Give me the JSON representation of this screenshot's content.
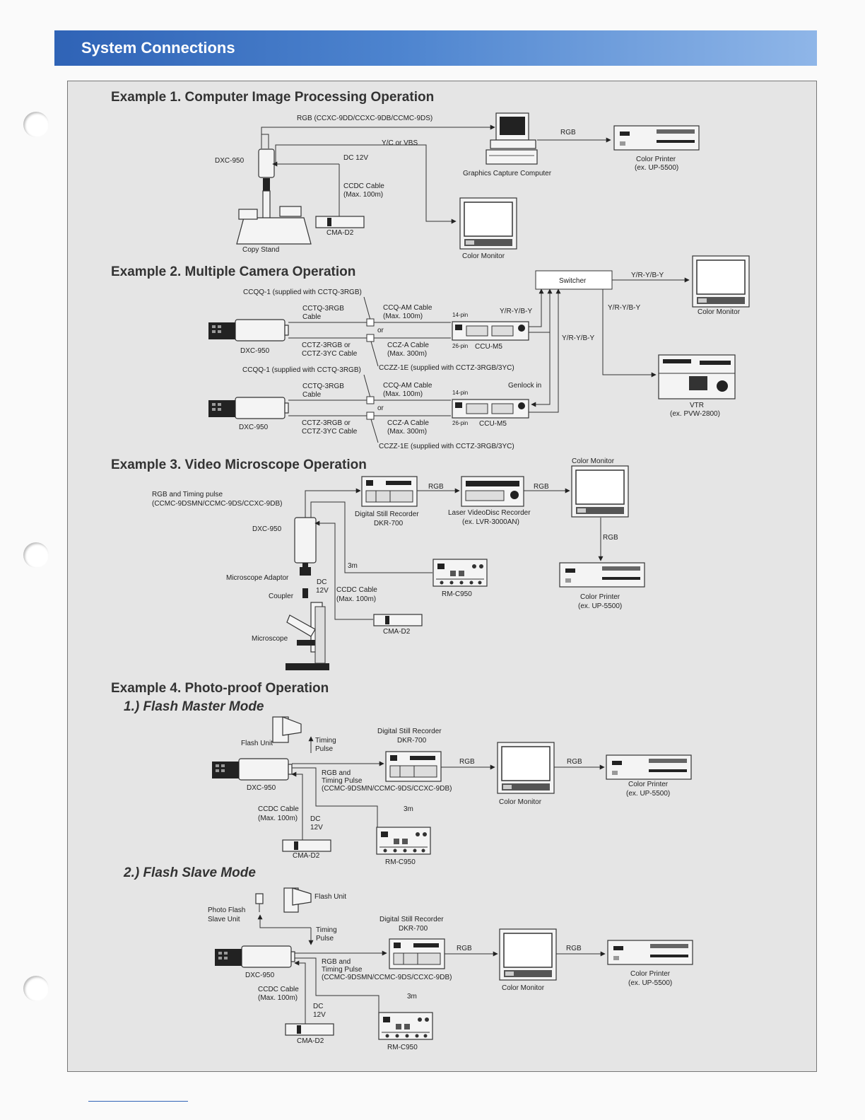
{
  "header": {
    "title": "System Connections"
  },
  "examples": {
    "ex1": {
      "title": "Example 1. Computer Image Processing Operation",
      "rgb_cable": "RGB (CCXC-9DD/CCXC-9DB/CCMC-9DS)",
      "camera": "DXC-950",
      "yc": "Y/C or VBS",
      "dc": "DC 12V",
      "ccdc1": "CCDC Cable",
      "ccdc2": "(Max. 100m)",
      "cma": "CMA-D2",
      "copy_stand": "Copy Stand",
      "computer": "Graphics Capture Computer",
      "rgb": "RGB",
      "printer1": "Color Printer",
      "printer2": "(ex. UP-5500)",
      "monitor": "Color Monitor"
    },
    "ex2": {
      "title": "Example 2. Multiple Camera Operation",
      "ccqq": "CCQQ-1 (supplied with CCTQ-3RGB)",
      "cctq1": "CCTQ-3RGB",
      "cctq2": "Cable",
      "ccqam1": "CCQ-AM Cable",
      "ccqam2": "(Max. 100m)",
      "or": "or",
      "cctz1": "CCTZ-3RGB or",
      "cctz2": "CCTZ-3YC Cable",
      "ccza1": "CCZ-A Cable",
      "ccza2": "(Max. 300m)",
      "pin14": "14-pin",
      "pin26": "26-pin",
      "ccu": "CCU-M5",
      "yrby": "Y/R-Y/B-Y",
      "cczz": "CCZZ-1E (supplied with CCTZ-3RGB/3YC)",
      "camera": "DXC-950",
      "switcher": "Switcher",
      "monitor": "Color Monitor",
      "genlock": "Genlock in",
      "vtr1": "VTR",
      "vtr2": "(ex. PVW-2800)"
    },
    "ex3": {
      "title": "Example 3. Video Microscope Operation",
      "rgb_timing1": "RGB and Timing pulse",
      "rgb_timing2": "(CCMC-9DSMN/CCMC-9DS/CCXC-9DB)",
      "camera": "DXC-950",
      "adaptor": "Microscope Adaptor",
      "coupler": "Coupler",
      "microscope": "Microscope",
      "dc1": "DC",
      "dc2": "12V",
      "ccdc1": "CCDC Cable",
      "ccdc2": "(Max. 100m)",
      "m3": "3m",
      "dsr1": "Digital Still Recorder",
      "dsr2": "DKR-700",
      "rgb": "RGB",
      "lvd1": "Laser VideoDisc Recorder",
      "lvd2": "(ex. LVR-3000AN)",
      "monitor": "Color Monitor",
      "rm": "RM-C950",
      "cma": "CMA-D2",
      "printer1": "Color Printer",
      "printer2": "(ex. UP-5500)"
    },
    "ex4": {
      "title": "Example 4. Photo-proof Operation",
      "sub1": "1.) Flash Master Mode",
      "sub2": "2.) Flash Slave Mode",
      "flash_unit": "Flash Unit",
      "timing1": "Timing",
      "timing2": "Pulse",
      "dsr1": "Digital Still Recorder",
      "dsr2": "DKR-700",
      "camera": "DXC-950",
      "rgb_and": "RGB and",
      "timing_pulse": "Timing Pulse",
      "cables": "(CCMC-9DSMN/CCMC-9DS/CCXC-9DB)",
      "rgb": "RGB",
      "monitor": "Color Monitor",
      "printer1": "Color Printer",
      "printer2": "(ex. UP-5500)",
      "ccdc1": "CCDC Cable",
      "ccdc2": "(Max. 100m)",
      "dc1": "DC",
      "dc2": "12V",
      "m3": "3m",
      "rm": "RM-C950",
      "cma": "CMA-D2",
      "photo_flash1": "Photo Flash",
      "photo_flash2": "Slave Unit"
    }
  }
}
